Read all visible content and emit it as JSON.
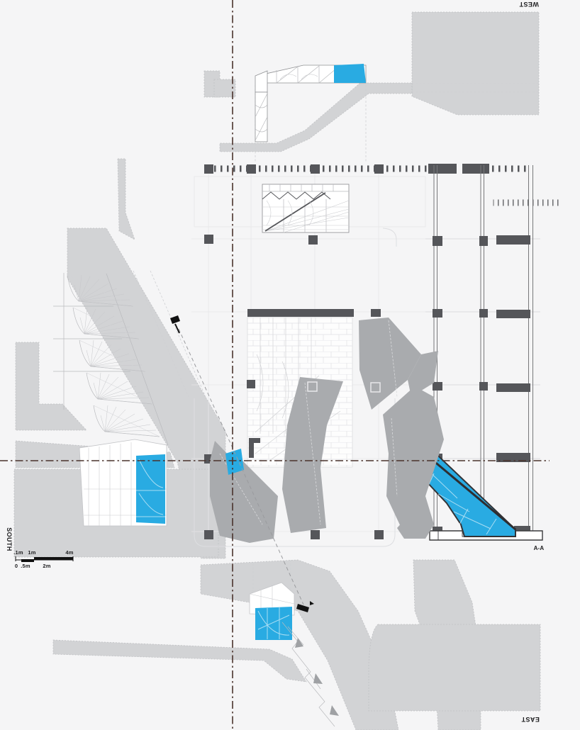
{
  "drawing": {
    "elevation_labels": {
      "west": "WEST",
      "east": "EAST",
      "south": "SOUTH"
    },
    "section_label": "A-A",
    "scale_bar": {
      "top_labels": [
        ".1m",
        "1m",
        "4m"
      ],
      "bottom_labels": [
        "0",
        ".5m",
        "2m"
      ]
    },
    "colors": {
      "background": "#f5f5f6",
      "highlight_blue": "#29abe2",
      "mass_gray": "#d2d3d5",
      "shape_gray": "#a9abae",
      "dark_gray": "#55565a",
      "centerline": "#4a332c"
    }
  }
}
